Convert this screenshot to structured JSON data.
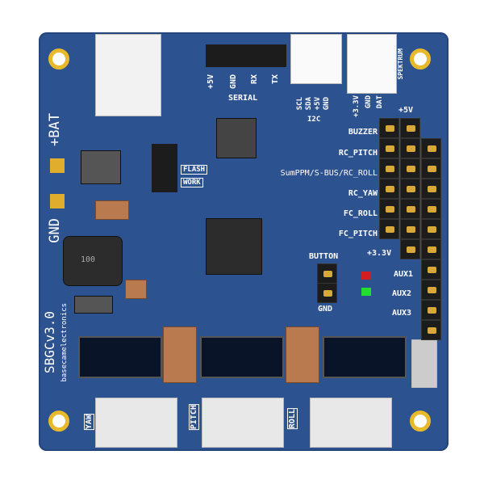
{
  "board": {
    "name": "SBGCv3.0",
    "maker": "basecamelectronics"
  },
  "power": {
    "bat": "+BAT",
    "gnd": "GND"
  },
  "serial": {
    "title": "SERIAL",
    "pins": [
      "+5V",
      "GND",
      "RX",
      "TX"
    ]
  },
  "i2c": {
    "title": "I2C",
    "pins": [
      "SCL",
      "SDA",
      "+5V",
      "GND"
    ]
  },
  "spektrum": {
    "title": "SPEKTRUM",
    "pins": [
      "+3.3V",
      "GND",
      "DAT"
    ]
  },
  "switch": {
    "flash": "FLASH",
    "work": "WORK"
  },
  "inductor": "100",
  "header": {
    "plus5v": "+5V",
    "plus33v": "+3.3V",
    "rows": [
      "BUZZER",
      "RC_PITCH",
      "SumPPM/S-BUS/RC_ROLL",
      "RC_YAW",
      "FC_ROLL",
      "FC_PITCH"
    ],
    "aux": [
      "AUX1",
      "AUX2",
      "AUX3"
    ]
  },
  "button": {
    "title": "BUTTON",
    "gnd": "GND"
  },
  "motors": [
    "YAW",
    "PITCH",
    "ROLL"
  ]
}
